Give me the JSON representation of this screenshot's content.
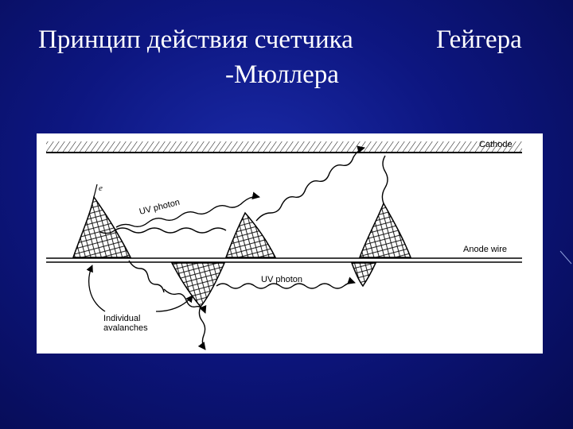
{
  "slide": {
    "title_part1": "Принцип действия счетчика",
    "title_part2": "Гейгера",
    "title_part3": "-Мюллера"
  },
  "diagram": {
    "cathode_label": "Cathode",
    "anode_label": "Anode wire",
    "electron_label": "e",
    "uv_photon_upper": "UV photon",
    "uv_photon_lower": "UV photon",
    "avalanches_line1": "Individual",
    "avalanches_line2": "avalanches"
  }
}
